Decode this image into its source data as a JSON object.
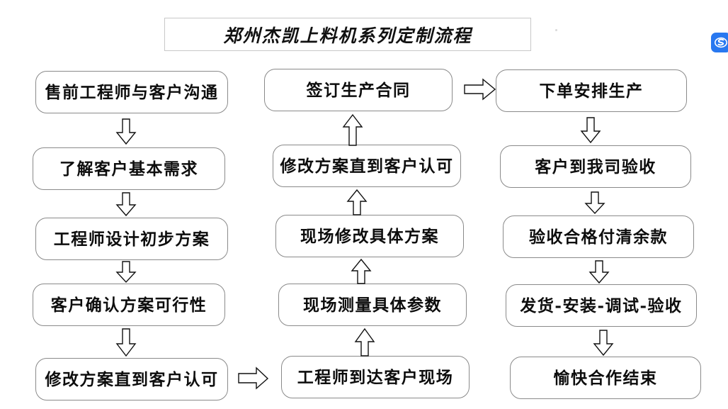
{
  "diagram": {
    "title": "郑州杰凯上料机系列定制流程",
    "type": "flowchart",
    "background_color": "#ffffff",
    "box_border_color": "#8a8a8a",
    "text_color": "#0d0d0d",
    "columns": [
      {
        "id": "column-1",
        "flow_direction": "top-to-bottom",
        "nodes": [
          {
            "id": "n1",
            "label": "售前工程师与客户沟通"
          },
          {
            "id": "n2",
            "label": "了解客户基本需求"
          },
          {
            "id": "n3",
            "label": "工程师设计初步方案"
          },
          {
            "id": "n4",
            "label": "客户确认方案可行性"
          },
          {
            "id": "n5",
            "label": "修改方案直到客户认可"
          }
        ]
      },
      {
        "id": "column-2",
        "flow_direction": "bottom-to-top",
        "nodes": [
          {
            "id": "n6",
            "label": "签订生产合同"
          },
          {
            "id": "n7",
            "label": "修改方案直到客户认可"
          },
          {
            "id": "n8",
            "label": "现场修改具体方案"
          },
          {
            "id": "n9",
            "label": "现场测量具体参数"
          },
          {
            "id": "n10",
            "label": "工程师到达客户现场"
          }
        ]
      },
      {
        "id": "column-3",
        "flow_direction": "top-to-bottom",
        "nodes": [
          {
            "id": "n11",
            "label": "下单安排生产"
          },
          {
            "id": "n12",
            "label": "客户到我司验收"
          },
          {
            "id": "n13",
            "label": "验收合格付清余款"
          },
          {
            "id": "n14",
            "label": "发货-安装-调试-验收"
          },
          {
            "id": "n15",
            "label": "愉快合作结束"
          }
        ]
      }
    ],
    "connectors": [
      {
        "id": "c1",
        "from": "n1",
        "to": "n2",
        "direction": "down"
      },
      {
        "id": "c2",
        "from": "n2",
        "to": "n3",
        "direction": "down"
      },
      {
        "id": "c3",
        "from": "n3",
        "to": "n4",
        "direction": "down"
      },
      {
        "id": "c4",
        "from": "n4",
        "to": "n5",
        "direction": "down"
      },
      {
        "id": "c5",
        "from": "n5",
        "to": "n10",
        "direction": "right"
      },
      {
        "id": "c6",
        "from": "n10",
        "to": "n9",
        "direction": "up"
      },
      {
        "id": "c7",
        "from": "n9",
        "to": "n8",
        "direction": "up"
      },
      {
        "id": "c8",
        "from": "n8",
        "to": "n7",
        "direction": "up"
      },
      {
        "id": "c9",
        "from": "n7",
        "to": "n6",
        "direction": "up"
      },
      {
        "id": "c10",
        "from": "n6",
        "to": "n11",
        "direction": "right"
      },
      {
        "id": "c11",
        "from": "n11",
        "to": "n12",
        "direction": "down"
      },
      {
        "id": "c12",
        "from": "n12",
        "to": "n13",
        "direction": "down"
      },
      {
        "id": "c13",
        "from": "n13",
        "to": "n14",
        "direction": "down"
      },
      {
        "id": "c14",
        "from": "n14",
        "to": "n15",
        "direction": "down"
      }
    ]
  },
  "watermark": {
    "name": "brand-logo",
    "color": "#2878f0",
    "glyph": "S"
  }
}
